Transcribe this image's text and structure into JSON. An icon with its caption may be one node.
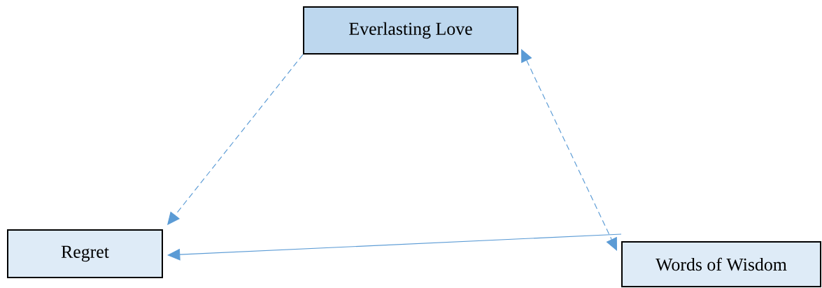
{
  "diagram": {
    "nodes": [
      {
        "text": [
          "Everlasting Love"
        ]
      },
      {
        "text": [
          "Regret"
        ]
      },
      {
        "text": [
          "Words of Wisdom"
        ]
      }
    ],
    "edges": [
      {
        "from": 0,
        "to": 1,
        "arrow": "to",
        "style": "dashed"
      },
      {
        "from": 0,
        "to": 2,
        "arrow": "both",
        "style": "dashed"
      },
      {
        "from": 2,
        "to": 1,
        "arrow": "to"
      }
    ]
  }
}
